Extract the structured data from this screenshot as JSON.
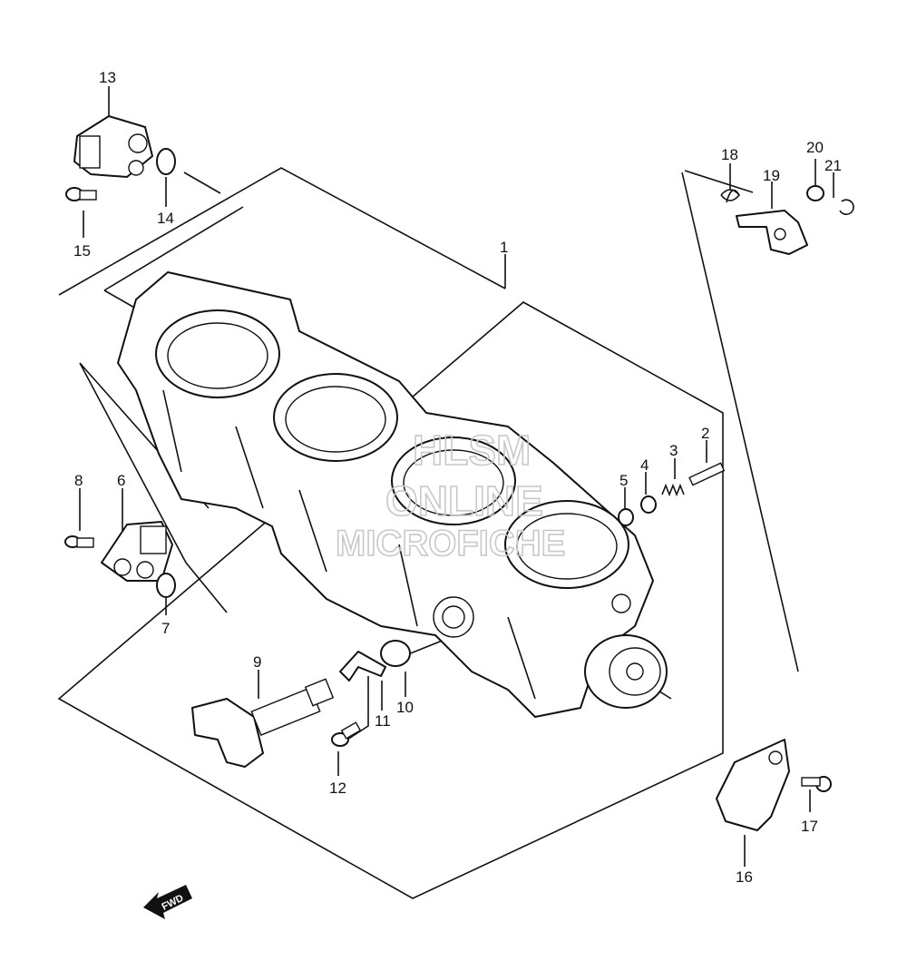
{
  "callouts": [
    "1",
    "2",
    "3",
    "4",
    "5",
    "6",
    "7",
    "8",
    "9",
    "10",
    "11",
    "12",
    "13",
    "14",
    "15",
    "16",
    "17",
    "18",
    "19",
    "20",
    "21"
  ],
  "watermark": [
    "HLSM",
    "ONLINE",
    "MICROFICHE"
  ],
  "fwd_label": "FWD"
}
